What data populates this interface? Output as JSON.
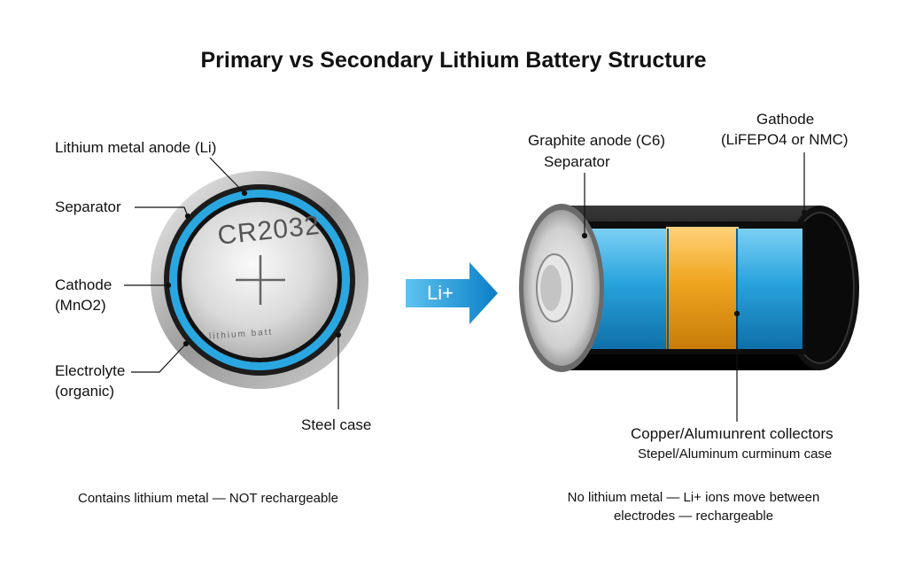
{
  "title": "Primary vs Secondary Lithium Battery Structure",
  "coin_cell": {
    "model": "CR2032",
    "engraving": "lithium batt",
    "labels": {
      "anode": "Lithium metal anode (Li)",
      "separator": "Separator",
      "cathode_line1": "Cathode",
      "cathode_line2": "(MnO2)",
      "electrolyte_line1": "Electrolyte",
      "electrolyte_line2": "(organic)",
      "case": "Steel case"
    },
    "caption": "Contains lithium metal — NOT rechargeable"
  },
  "arrow": {
    "label": "Li+"
  },
  "cylinder_cell": {
    "labels": {
      "anode": "Graphite anode (C6)",
      "separator": "Separator",
      "cathode_line1": "Gathode",
      "cathode_line2": "(LiFEPO4 or NMC)",
      "collectors": "Copper/Alumıunrent collectors",
      "case": "Stepel/Aluminum curminum case"
    },
    "caption_line1": "No lithium metal — Li+ ions move between",
    "caption_line2": "electrodes — rechargeable"
  },
  "colors": {
    "blue_electrode": "#29a3dd",
    "orange_separator": "#f0a51f",
    "arrow_blue": "#1790d2",
    "dark_case": "#1a1a1a"
  }
}
